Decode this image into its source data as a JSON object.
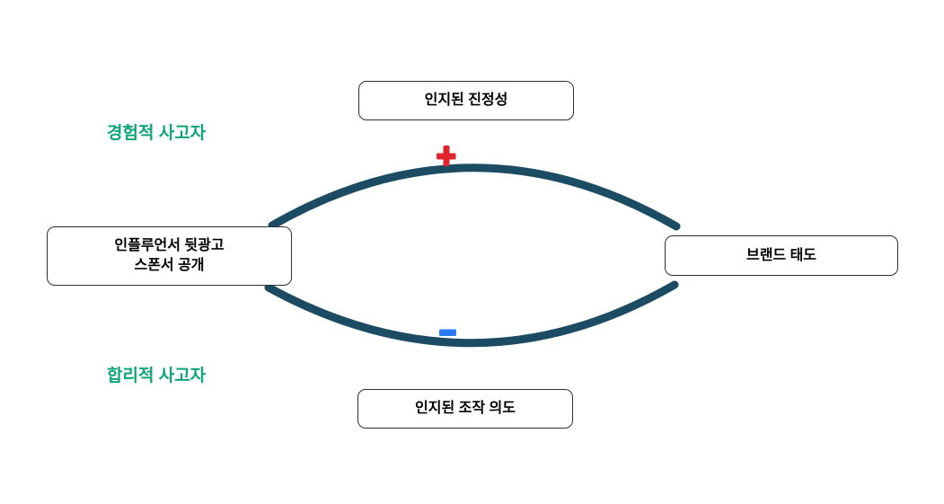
{
  "diagram": {
    "nodes": {
      "stimulus": {
        "label_line1": "인플루언서 뒷광고",
        "label_line2": "스폰서 공개"
      },
      "mediator_top": {
        "label": "인지된 진정성"
      },
      "mediator_bottom": {
        "label": "인지된 조작 의도"
      },
      "outcome": {
        "label": "브랜드 태도"
      }
    },
    "moderators": {
      "experiential": {
        "label": "경험적 사고자"
      },
      "rational": {
        "label": "합리적 사고자"
      }
    },
    "paths": {
      "positive": {
        "sign": "+",
        "color": "#DF2430"
      },
      "negative": {
        "sign": "−",
        "color": "#2C7AFA"
      }
    },
    "colors": {
      "curve": "#1B4C63",
      "accent_green": "#0DA676",
      "node_border": "#2f2f2f",
      "text": "#000000"
    }
  }
}
